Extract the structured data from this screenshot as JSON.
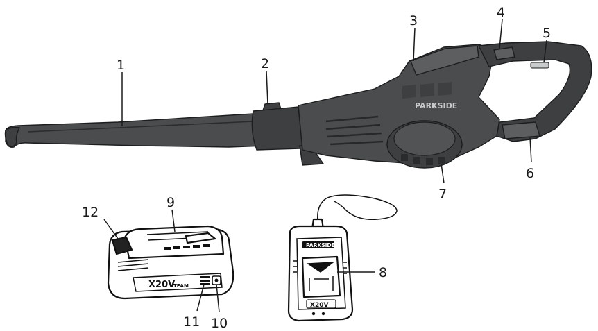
{
  "brand": {
    "blower_logo": "PARKSIDE",
    "charger_logo": "PARKSIDE",
    "battery_series": "X20V",
    "battery_team": "TEAM"
  },
  "callouts": [
    "1",
    "2",
    "3",
    "4",
    "5",
    "6",
    "7",
    "8",
    "9",
    "10",
    "11",
    "12"
  ],
  "colors": {
    "tool_body": "#3d3f40",
    "line_art": "#111111",
    "background": "#ffffff"
  }
}
